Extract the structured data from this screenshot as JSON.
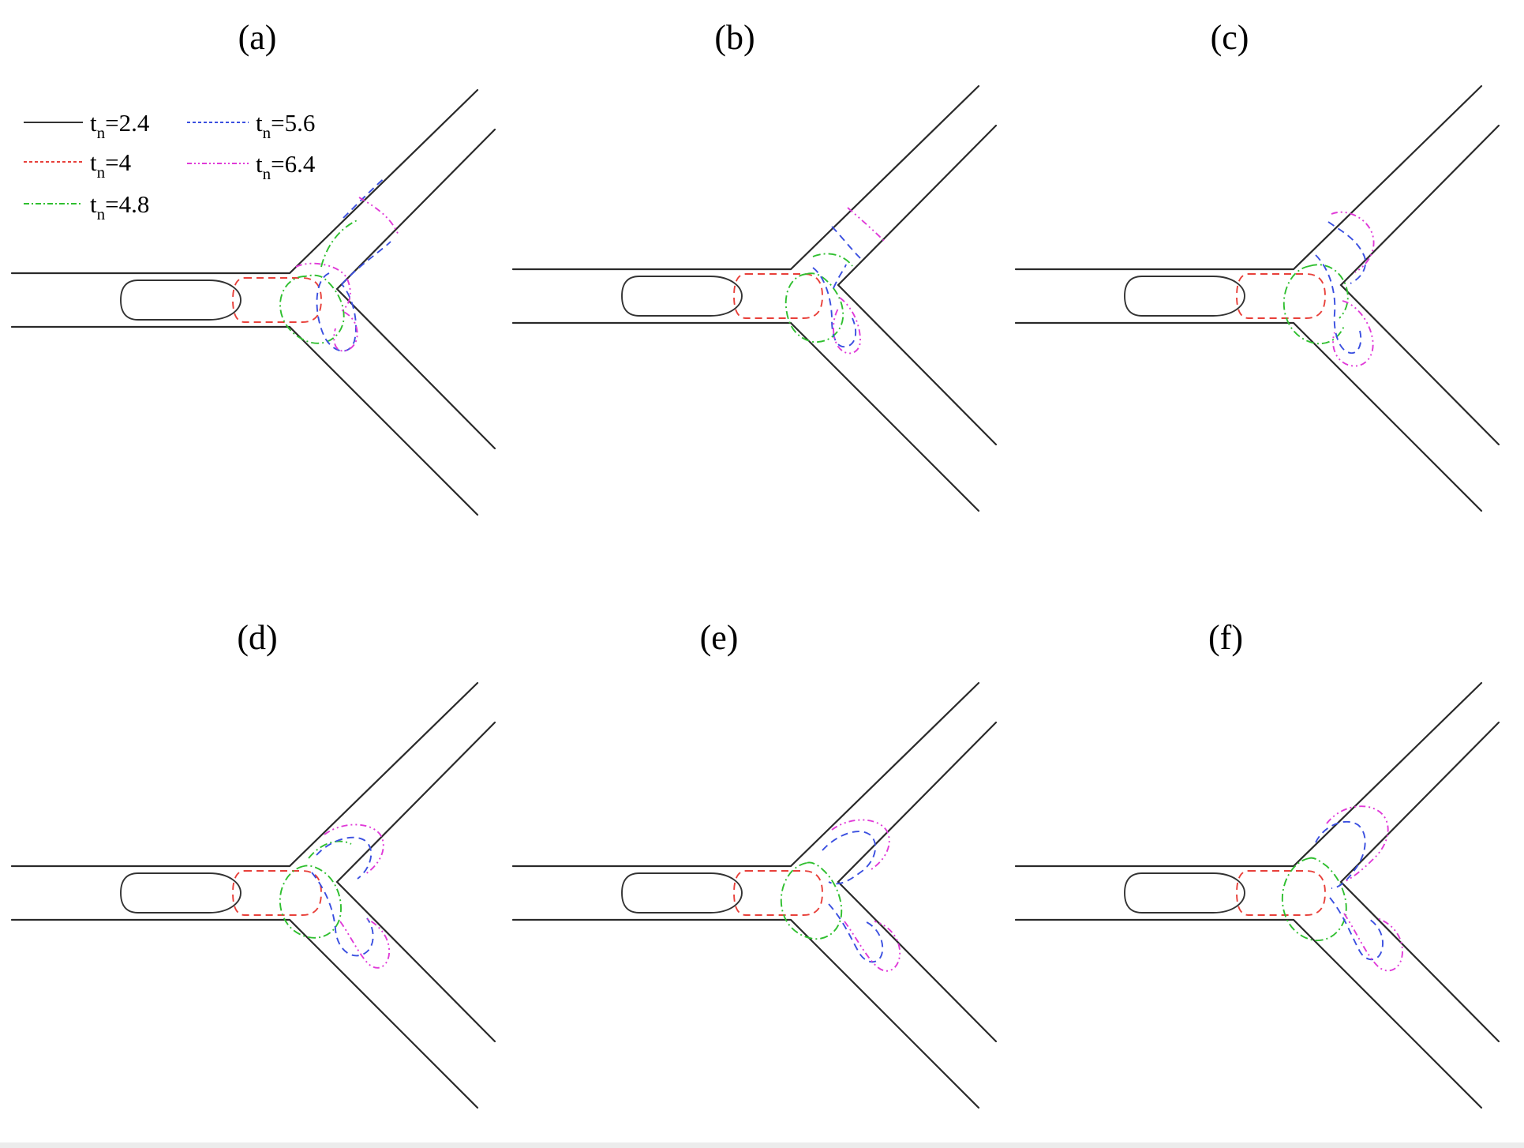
{
  "panels": [
    {
      "label": "(a)"
    },
    {
      "label": "(b)"
    },
    {
      "label": "(c)"
    },
    {
      "label": "(d)"
    },
    {
      "label": "(e)"
    },
    {
      "label": "(f)"
    }
  ],
  "legend": {
    "items": [
      {
        "sym": "t",
        "sub": "n",
        "text": "=2.4",
        "color": "#333333",
        "dash": "solid"
      },
      {
        "sym": "t",
        "sub": "n",
        "text": "=4",
        "color": "#e8403a",
        "dash": "dashed"
      },
      {
        "sym": "t",
        "sub": "n",
        "text": "=4.8",
        "color": "#2fbf2f",
        "dash": "dash-dot"
      },
      {
        "sym": "t",
        "sub": "n",
        "text": "=5.6",
        "color": "#3a4fe0",
        "dash": "dashed"
      },
      {
        "sym": "t",
        "sub": "n",
        "text": "=6.4",
        "color": "#e03ad8",
        "dash": "dash-dot-dot"
      }
    ]
  }
}
